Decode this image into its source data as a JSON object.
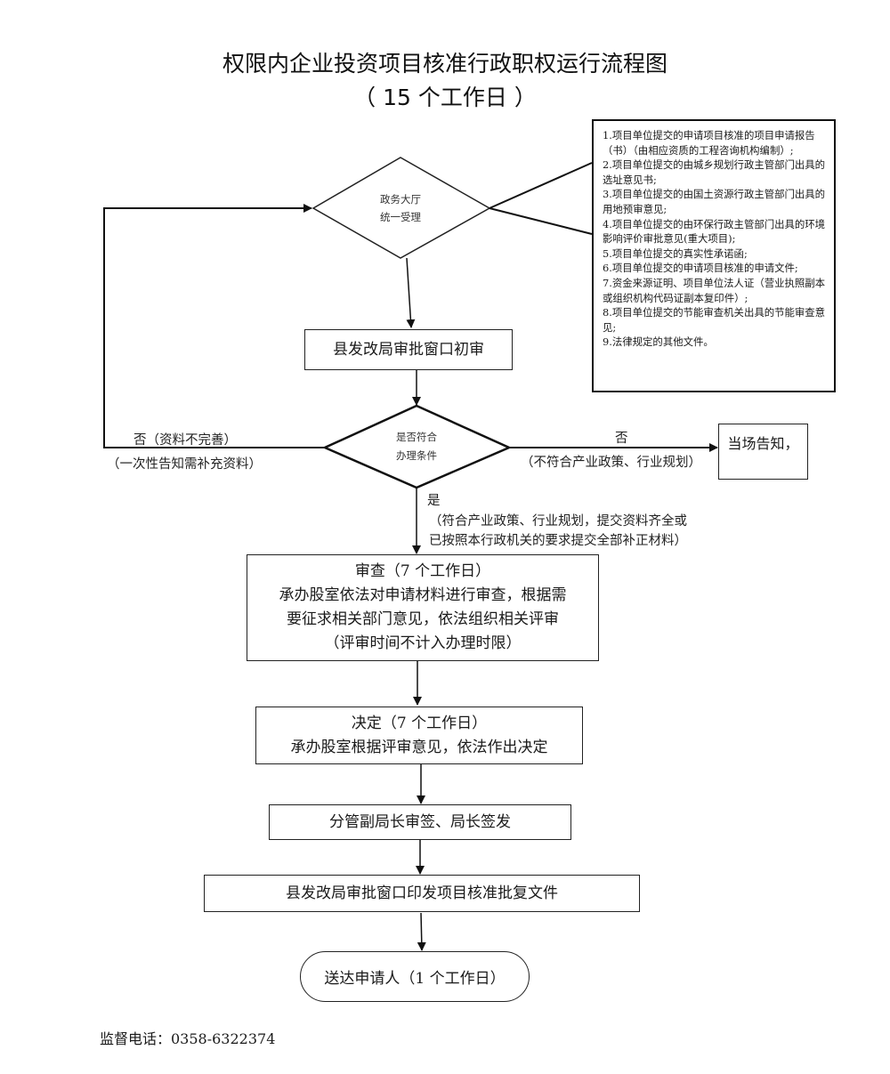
{
  "title": {
    "main": "权限内企业投资项目核准行政职权运行流程图",
    "subtitle": "（ 15 个工作日 ）"
  },
  "nodes": {
    "accept": {
      "type": "decision",
      "lines": [
        "政务大厅",
        "统一受理"
      ]
    },
    "initial_review": {
      "type": "process",
      "label": "县发改局审批窗口初审"
    },
    "condition": {
      "type": "decision",
      "lines": [
        "是否符合",
        "办理条件"
      ]
    },
    "notify": {
      "type": "process",
      "label": "当场告知，"
    },
    "review": {
      "type": "process",
      "lines": [
        "审查（7 个工作日）",
        "承办股室依法对申请材料进行审查，根据需",
        "要征求相关部门意见，依法组织相关评审",
        "（评审时间不计入办理时限）"
      ]
    },
    "decision": {
      "type": "process",
      "lines": [
        "决定（7 个工作日）",
        "承办股室根据评审意见，依法作出决定"
      ]
    },
    "sign": {
      "type": "process",
      "label": "分管副局长审签、局长签发"
    },
    "issue": {
      "type": "process",
      "label": "县发改局审批窗口印发项目核准批复文件"
    },
    "deliver": {
      "type": "terminal",
      "label": "送达申请人（1 个工作日）"
    }
  },
  "requirements": {
    "items": [
      "1.项目单位提交的申请项目核准的项目申请报告（书）（由相应资质的工程咨询机构编制）;",
      "2.项目单位提交的由城乡规划行政主管部门出具的选址意见书;",
      "3.项目单位提交的由国土资源行政主管部门出具的用地预审意见;",
      "4.项目单位提交的由环保行政主管部门出具的环境影响评价审批意见(重大项目);",
      "5.项目单位提交的真实性承诺函;",
      "6.项目单位提交的申请项目核准的申请文件;",
      "7.资金来源证明、项目单位法人证（营业执照副本或组织机构代码证副本复印件）;",
      "8.项目单位提交的节能审查机关出具的节能审查意见;",
      "9.法律规定的其他文件。"
    ]
  },
  "edge_labels": {
    "no_incomplete": "否（资料不完善）",
    "no_incomplete_note": "（一次性告知需补充资料）",
    "no_policy": "否",
    "no_policy_note": "（不符合产业政策、行业规划）",
    "yes": "是",
    "yes_note_1": "（符合产业政策、行业规划，提交资料齐全或",
    "yes_note_2": "已按照本行政机关的要求提交全部补正材料）"
  },
  "footer": {
    "supervision_phone": "监督电话：0358-6322374"
  }
}
